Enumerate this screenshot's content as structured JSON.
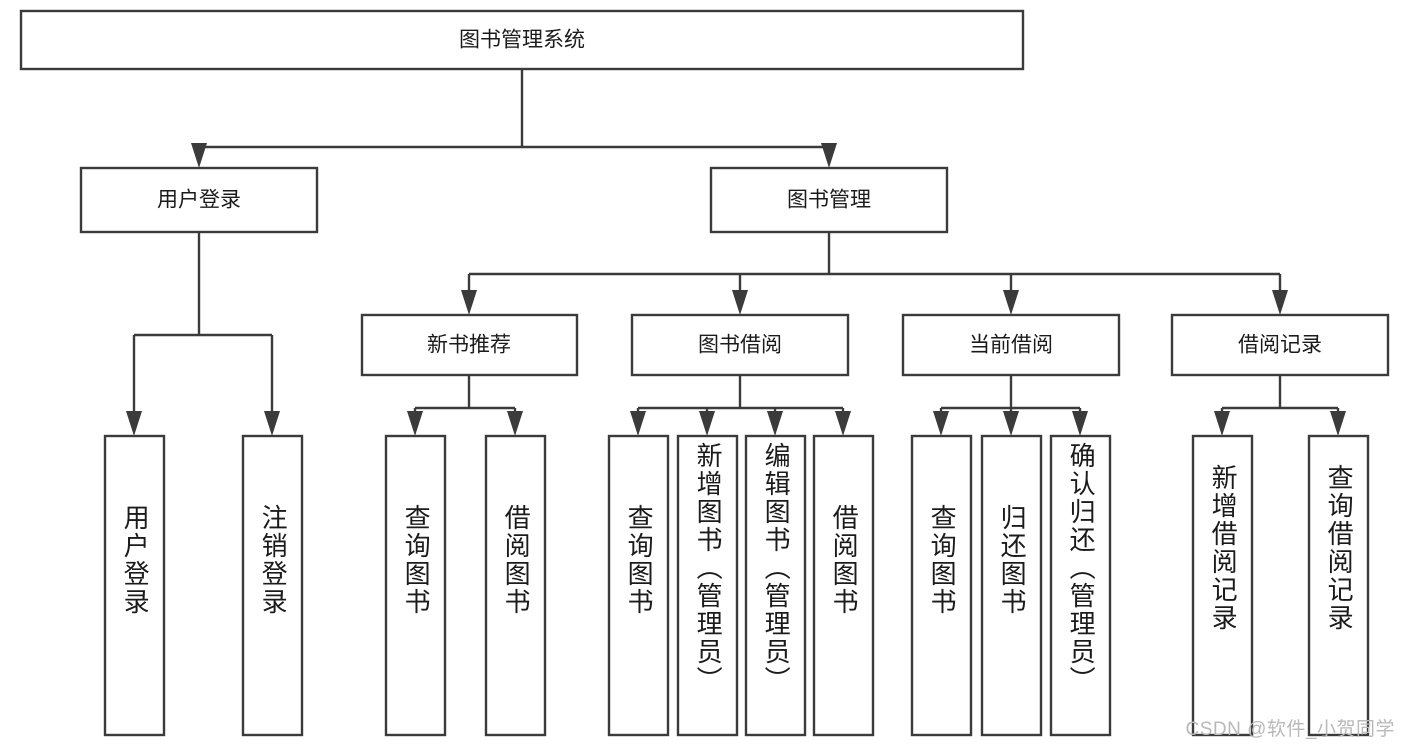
{
  "diagram": {
    "type": "tree-hierarchy",
    "title": "图书管理系统",
    "root": {
      "label": "图书管理系统",
      "children": [
        {
          "label": "用户登录",
          "children": [
            {
              "label": "用户登录"
            },
            {
              "label": "注销登录"
            }
          ]
        },
        {
          "label": "图书管理",
          "children": [
            {
              "label": "新书推荐",
              "children": [
                {
                  "label": "查询图书"
                },
                {
                  "label": "借阅图书"
                }
              ]
            },
            {
              "label": "图书借阅",
              "children": [
                {
                  "label": "查询图书"
                },
                {
                  "label": "新增图书（管理员）"
                },
                {
                  "label": "编辑图书（管理员）"
                },
                {
                  "label": "借阅图书"
                }
              ]
            },
            {
              "label": "当前借阅",
              "children": [
                {
                  "label": "查询图书"
                },
                {
                  "label": "归还图书"
                },
                {
                  "label": "确认归还（管理员）"
                }
              ]
            },
            {
              "label": "借阅记录",
              "children": [
                {
                  "label": "新增借阅记录"
                },
                {
                  "label": "查询借阅记录"
                }
              ]
            }
          ]
        }
      ]
    },
    "nodes": {
      "root_title": "图书管理系统",
      "level2": {
        "user_login": "用户登录",
        "book_manage": "图书管理"
      },
      "level3": {
        "new_book_rec": "新书推荐",
        "book_borrow": "图书借阅",
        "current_borrow": "当前借阅",
        "borrow_record": "借阅记录"
      },
      "leaves": {
        "user_login_1": "用户登录",
        "user_login_2": "注销登录",
        "new_book_1": "查询图书",
        "new_book_2": "借阅图书",
        "borrow_1": "查询图书",
        "borrow_2": "新增图书（管理员）",
        "borrow_3": "编辑图书（管理员）",
        "borrow_4": "借阅图书",
        "current_1": "查询图书",
        "current_2": "归还图书",
        "current_3": "确认归还（管理员）",
        "record_1": "新增借阅记录",
        "record_2": "查询借阅记录"
      }
    },
    "colors": {
      "stroke": "#3b3b3b",
      "fill": "#ffffff",
      "text": "#1b1b1b",
      "watermark": "#b9b9b9"
    }
  },
  "watermark": {
    "text": "CSDN @软件_小贺同学"
  }
}
